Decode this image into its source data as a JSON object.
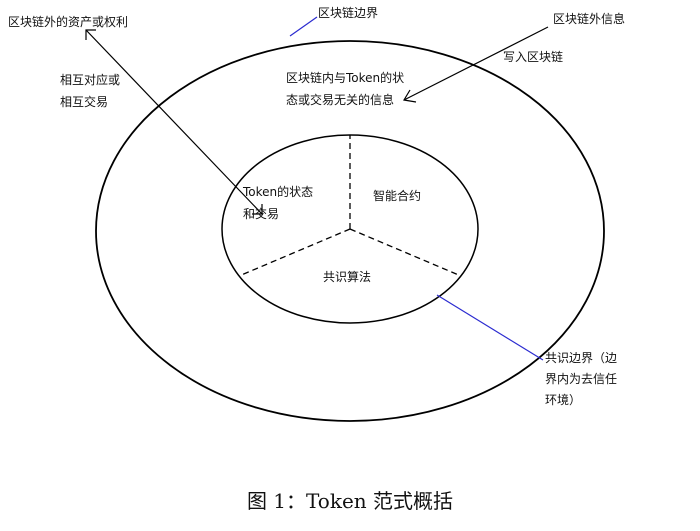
{
  "labels": {
    "chain_boundary": "区块链边界",
    "assets_outside": "区块链外的资产或权利",
    "info_outside": "区块链外信息",
    "mutual_line1": "相互对应或",
    "mutual_line2": "相互交易",
    "write_chain": "写入区块链",
    "inner_info_line1": "区块链内与Token的状",
    "inner_info_line2": "态或交易无关的信息",
    "token_state_line1": "Token的状态",
    "token_state_line2": "和交易",
    "smart_contract": "智能合约",
    "consensus": "共识算法",
    "consensus_boundary_line1": "共识边界（边",
    "consensus_boundary_line2": "界内为去信任",
    "consensus_boundary_line3": "环境）"
  },
  "caption": "图 1：Token 范式概括",
  "colors": {
    "stroke": "#000000",
    "leader_blue": "#2b2bd0"
  }
}
